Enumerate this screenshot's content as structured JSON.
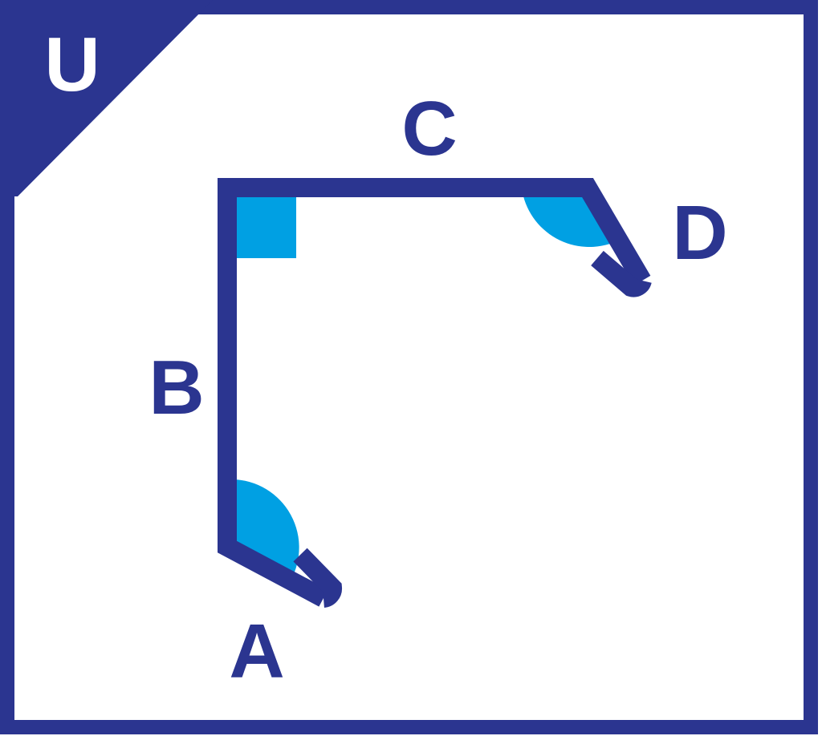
{
  "badge": {
    "letter": "U"
  },
  "labels": {
    "a": "A",
    "b": "B",
    "c": "C",
    "d": "D"
  },
  "colors": {
    "primary": "#2B3590",
    "accent": "#00A0E3",
    "background": "#FFFFFF",
    "badge_text": "#FFFFFF"
  }
}
